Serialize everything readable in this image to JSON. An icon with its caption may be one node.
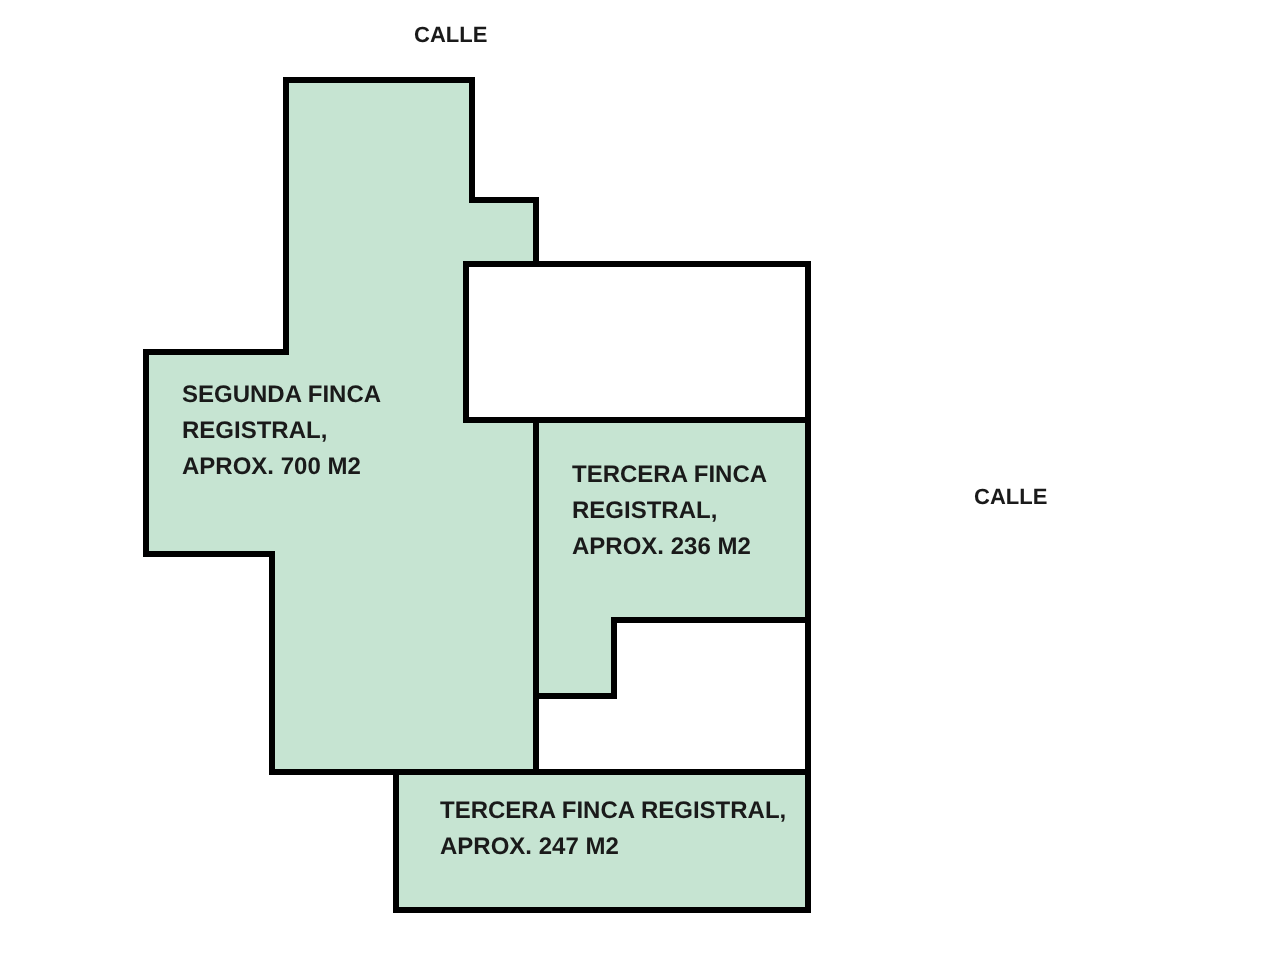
{
  "diagram": {
    "nodes": [
      {
        "text": [
          "SEGUNDA FINCA REGISTRAL, APROX. 700 M2"
        ]
      },
      {
        "text": [],
        "shape": "box"
      },
      {
        "text": [
          "TERCERA FINCA REGISTRAL, APROX. 236 M2"
        ]
      },
      {
        "text": [],
        "shape": "box"
      },
      {
        "text": [
          "TERCERA FINCA REGISTRAL, APROX. 247 M2"
        ]
      }
    ],
    "labels": [
      "CALLE",
      "CALLE"
    ]
  }
}
